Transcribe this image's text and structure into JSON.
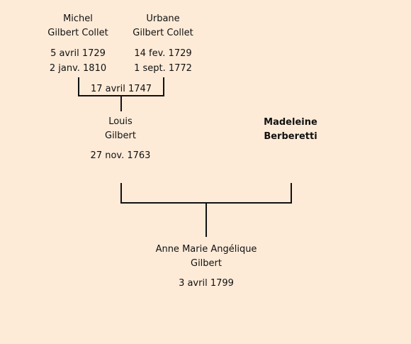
{
  "persons": {
    "michel": {
      "first_name": "Michel",
      "last_name": "Gilbert Collet",
      "birth": "5 avril 1729",
      "death": "2 janv. 1810"
    },
    "urbane": {
      "first_name": "Urbane",
      "last_name": "Gilbert Collet",
      "birth": "14 fev. 1729",
      "death": "1 sept. 1772"
    },
    "louis": {
      "first_name": "Louis",
      "last_name": "Gilbert",
      "birth": "27 nov. 1763"
    },
    "madeleine": {
      "first_name": "Madeleine",
      "last_name": "Berberetti"
    },
    "anne": {
      "first_name": "Anne Marie Angélique",
      "last_name": "Gilbert",
      "birth": "3 avril 1799"
    }
  },
  "marriages": {
    "michel_urbane": "17 avril 1747"
  }
}
